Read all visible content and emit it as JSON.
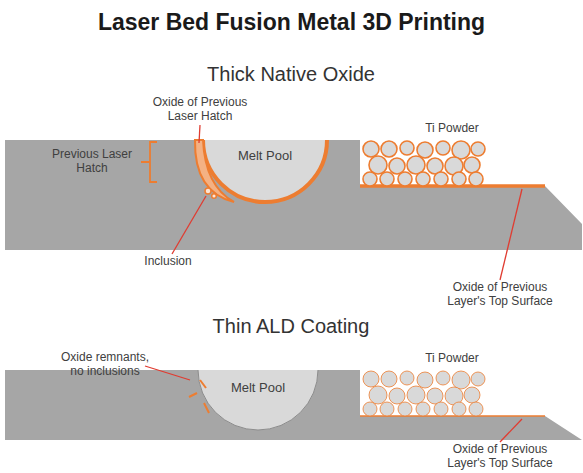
{
  "diagram": {
    "title": "Laser Bed Fusion Metal 3D Printing",
    "nodes": [
      {
        "text": [
          "Melt Pool"
        ]
      },
      {
        "text": [
          "Melt Pool"
        ]
      }
    ],
    "labels": [
      "Thick Native Oxide",
      "Oxide of Previous Laser Hatch",
      "Previous Laser Hatch",
      "Ti Powder",
      "Inclusion",
      "Oxide of Previous Layer's Top Surface",
      "Thin ALD Coating",
      "Oxide remnants, no inclusions",
      "Ti Powder",
      "Oxide of Previous Layer's Top Surface"
    ]
  }
}
